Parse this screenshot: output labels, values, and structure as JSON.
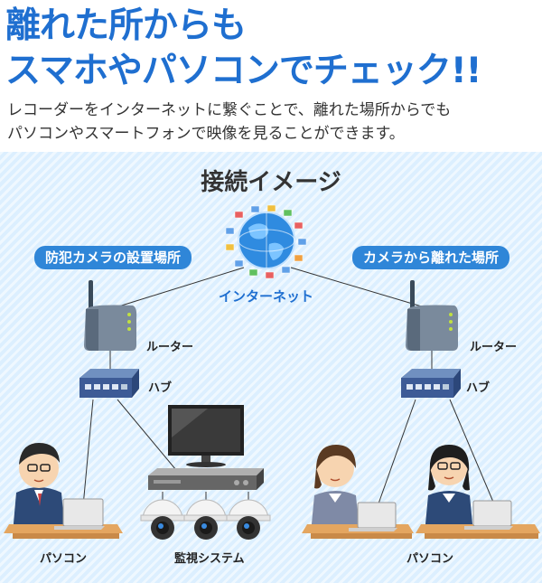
{
  "header": {
    "line1": "離れた所からも",
    "line2": "スマホやパソコンでチェック!!"
  },
  "description": {
    "line1": "レコーダーをインターネットに繋ぐことで、離れた場所からでも",
    "line2": "パソコンやスマートフォンで映像を見ることができます。"
  },
  "diagram": {
    "title": "接続イメージ",
    "internet_label": "インターネット",
    "left_site_label": "防犯カメラの設置場所",
    "right_site_label": "カメラから離れた場所",
    "router_label": "ルーター",
    "hub_label": "ハブ",
    "pc_label": "パソコン",
    "system_label": "監視システム"
  },
  "colors": {
    "headline": "#1f6fd0",
    "tag_bg": "#2f86d8",
    "panel_bg": "#dcefff"
  }
}
